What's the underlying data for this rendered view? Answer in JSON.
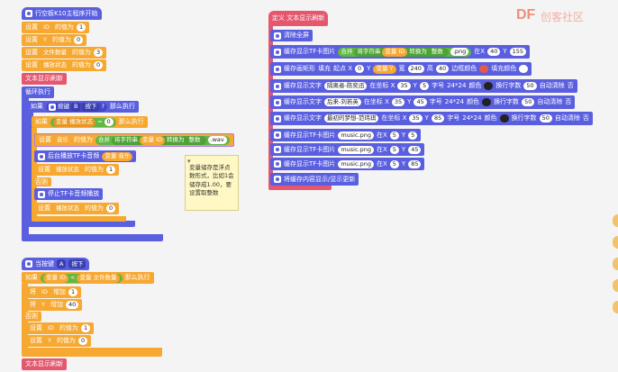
{
  "logo": {
    "mark": "DF",
    "text": "创客社区"
  },
  "script1": {
    "hat": "行空板K10主程序开始",
    "set_id": {
      "label": "设置",
      "var": "ID",
      "to": "的值为",
      "value": "1"
    },
    "set_y": {
      "label": "设置",
      "var": "Y",
      "to": "的值为",
      "value": "0"
    },
    "set_files": {
      "label": "设置",
      "var": "文件数量",
      "to": "的值为",
      "value": "3"
    },
    "set_state": {
      "label": "设置",
      "var": "播放状态",
      "to": "的值为",
      "value": "0"
    },
    "refresh": "文本显示刷新",
    "loop": "循环执行",
    "if1": {
      "kw": "如果",
      "btn": "按键",
      "key": "B",
      "act": "按下",
      "q": "?",
      "then": "那么执行"
    },
    "if2": {
      "kw": "如果",
      "var": "变量 播放状态",
      "op": "=",
      "value": "0",
      "then": "那么执行"
    },
    "set_music": {
      "label": "设置",
      "var": "音乐",
      "to": "的值为",
      "join": "合并",
      "conv": "将字符串",
      "v": "变量 ID",
      "fmt": "转换为",
      "type": "整数",
      "ext": ".wav"
    },
    "play_bg": {
      "label": "后台播放TF卡音频",
      "var": "变量 音乐"
    },
    "set_state1": {
      "label": "设置",
      "var": "播放状态",
      "to": "的值为",
      "value": "1"
    },
    "else": "否则",
    "stop": "停止TF卡音频播放",
    "set_state0": {
      "label": "设置",
      "var": "播放状态",
      "to": "的值为",
      "value": "0"
    }
  },
  "note": "变量储存是浮点数形式，比如1会储存成1.00，要设置取整数",
  "script2": {
    "hat": "当按键",
    "key": "A",
    "act": "按下",
    "if": {
      "kw": "如果",
      "left": "变量 ID",
      "op": "<",
      "right": "变量 文件数量",
      "then": "那么执行"
    },
    "add_id": {
      "label": "将",
      "var": "ID",
      "op": "增加",
      "value": "1"
    },
    "add_y": {
      "label": "将",
      "var": "Y",
      "op": "增加",
      "value": "40"
    },
    "else": "否则",
    "set_id": {
      "label": "设置",
      "var": "ID",
      "to": "的值为",
      "value": "1"
    },
    "set_y": {
      "label": "设置",
      "var": "Y",
      "to": "的值为",
      "value": "0"
    },
    "refresh": "文本显示刷新"
  },
  "script3": {
    "hat": "定义 文本显示刷新",
    "clear": "清除全屏",
    "img1": {
      "label": "缓存显示TF卡图片",
      "join": "合并",
      "conv": "将字符串",
      "v": "变量 ID",
      "fmt": "转换为",
      "type": "整数",
      "ext": ".png",
      "x_l": "在X",
      "x": "40",
      "y_l": "Y",
      "y": "155"
    },
    "rect": {
      "label": "缓存画矩形",
      "fill": "填充",
      "start": "起点 X",
      "x": "0",
      "y_l": "Y",
      "yv": "变量 Y",
      "w_l": "宽",
      "w": "240",
      "h_l": "高",
      "h": "40",
      "border": "边框颜色",
      "fill_c": "填充颜色"
    },
    "t1": {
      "label": "缓存显示文字",
      "text": "隔离者-陈奕迅",
      "pos": "在坐标 X",
      "x": "35",
      "y_l": "Y",
      "y": "5",
      "size_l": "字号",
      "size": "24*24",
      "color": "颜色",
      "wrap": "换行字数",
      "n": "50",
      "auto": "自动清除",
      "clr": "否"
    },
    "t2": {
      "label": "缓存显示文字",
      "text": "后来-刘若英",
      "pos": "在坐标 X",
      "x": "35",
      "y_l": "Y",
      "y": "45",
      "size_l": "字号",
      "size": "24*24",
      "color": "颜色",
      "wrap": "换行字数",
      "n": "50",
      "auto": "自动清除",
      "clr": "否"
    },
    "t3": {
      "label": "缓存显示文字",
      "text": "最初的梦想-范玮琪",
      "pos": "在坐标 X",
      "x": "35",
      "y_l": "Y",
      "y": "85",
      "size_l": "字号",
      "size": "24*24",
      "color": "颜色",
      "wrap": "换行字数",
      "n": "50",
      "auto": "自动清除",
      "clr": "否"
    },
    "m1": {
      "label": "缓存显示TF卡图片",
      "file": "music.png",
      "x_l": "在X",
      "x": "5",
      "y_l": "Y",
      "y": "5"
    },
    "m2": {
      "label": "缓存显示TF卡图片",
      "file": "music.png",
      "x_l": "在X",
      "x": "5",
      "y_l": "Y",
      "y": "45"
    },
    "m3": {
      "label": "缓存显示TF卡图片",
      "file": "music.png",
      "x_l": "在X",
      "x": "5",
      "y_l": "Y",
      "y": "85"
    },
    "commit": "将缓存内容显示/显示更新"
  },
  "colors": {
    "events": "#5a5fe0",
    "vars": "#f7a831",
    "func": "#e4576e",
    "string": "#5fb744",
    "music": "#8a4fc9",
    "rect_border": "#e45a4a",
    "text_color": "#222222"
  }
}
